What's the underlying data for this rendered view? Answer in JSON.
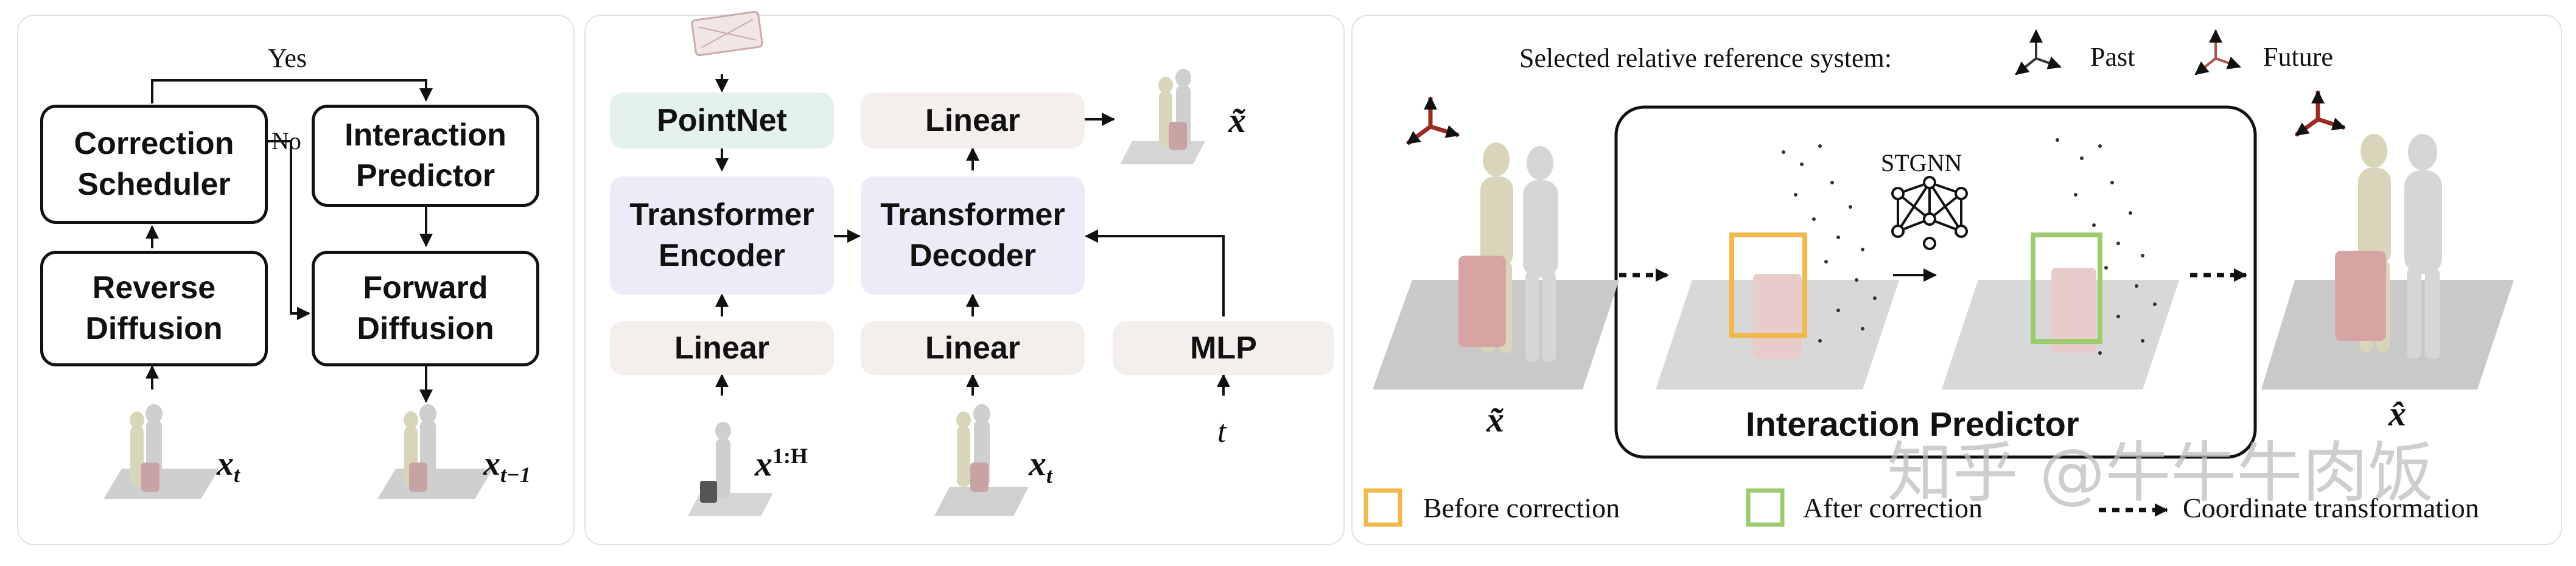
{
  "panel1": {
    "yes_label": "Yes",
    "no_label": "No",
    "correction_scheduler": "Correction Scheduler",
    "interaction_predictor": "Interaction Predictor",
    "reverse_diffusion": "Reverse Diffusion",
    "forward_diffusion": "Forward Diffusion",
    "xt_symbol": "x",
    "xt_sub": "t",
    "xtm1_sub": "t−1"
  },
  "panel2": {
    "pointnet": "PointNet",
    "transformer_encoder": "Transformer Encoder",
    "transformer_decoder": "Transformer Decoder",
    "linear_top": "Linear",
    "linear_bottom_left": "Linear",
    "linear_bottom_mid": "Linear",
    "mlp": "MLP",
    "x_tilde": "x̃",
    "x_hist_symbol": "x",
    "x_hist_sup": "1:H",
    "xt_symbol": "x",
    "xt_sub": "t",
    "t_symbol": "t"
  },
  "panel3": {
    "ref_system_label": "Selected relative reference system:",
    "past_label": "Past",
    "future_label": "Future",
    "stgnn_label": "STGNN",
    "interaction_predictor_label": "Interaction Predictor",
    "x_tilde": "x̃",
    "x_hat": "x̂",
    "legend": {
      "before": "Before correction",
      "after": "After correction",
      "transform": "Coordinate transformation"
    }
  },
  "watermark": "知乎 @牛牛牛肉饭",
  "colors": {
    "box_purple": "#ecebf8",
    "box_beige": "#f4efec",
    "box_green": "#e4f2ec",
    "past_axis": "#333333",
    "future_axis": "#b0504a",
    "before_box": "#f2b84b",
    "after_box": "#9ccc6e"
  }
}
